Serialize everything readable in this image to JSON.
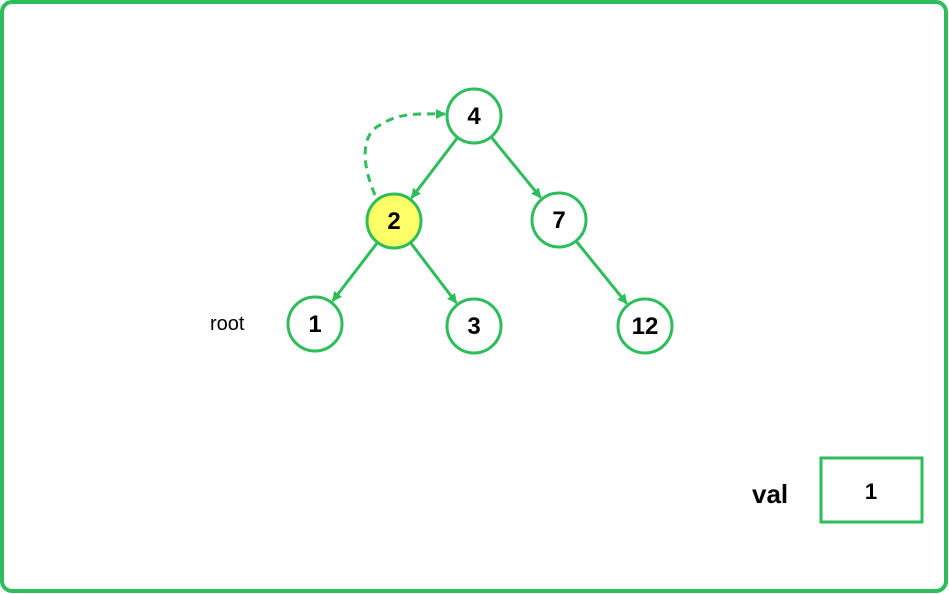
{
  "colors": {
    "accent": "#2dbd5a",
    "highlight": "#ffff66",
    "node_fill": "#ffffff",
    "text": "#000000",
    "background": "#ffffff"
  },
  "tree": {
    "nodes": [
      {
        "id": "n4",
        "label": "4",
        "highlighted": false
      },
      {
        "id": "n2",
        "label": "2",
        "highlighted": true
      },
      {
        "id": "n7",
        "label": "7",
        "highlighted": false
      },
      {
        "id": "n1",
        "label": "1",
        "highlighted": false
      },
      {
        "id": "n3",
        "label": "3",
        "highlighted": false
      },
      {
        "id": "n12",
        "label": "12",
        "highlighted": false
      }
    ],
    "edges": [
      {
        "from": "n4",
        "to": "n2"
      },
      {
        "from": "n4",
        "to": "n7"
      },
      {
        "from": "n2",
        "to": "n1"
      },
      {
        "from": "n2",
        "to": "n3"
      },
      {
        "from": "n7",
        "to": "n12"
      }
    ],
    "return_edge": {
      "from": "n2",
      "to": "n4",
      "style": "dashed"
    }
  },
  "labels": {
    "root": "root"
  },
  "val_box": {
    "label": "val",
    "value": "1"
  }
}
